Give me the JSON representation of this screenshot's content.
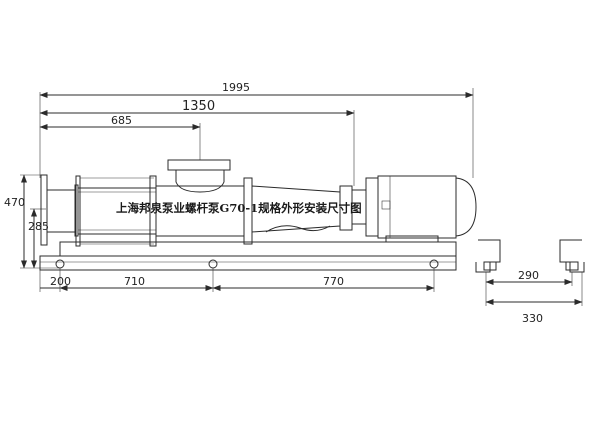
{
  "title": "上海邦泉泵业螺杆泵G70-1规格外形安装尺寸图",
  "dimensions": {
    "overall_length": "1995",
    "length_to_coupling": "1350",
    "length_to_outlet": "685",
    "overall_height": "470",
    "center_height": "285",
    "hole_offset": "200",
    "hole_spacing_1": "710",
    "hole_spacing_2": "770",
    "inner_width": "290",
    "outer_width": "330"
  },
  "colors": {
    "line": "#2b2b2b",
    "background": "#ffffff"
  }
}
